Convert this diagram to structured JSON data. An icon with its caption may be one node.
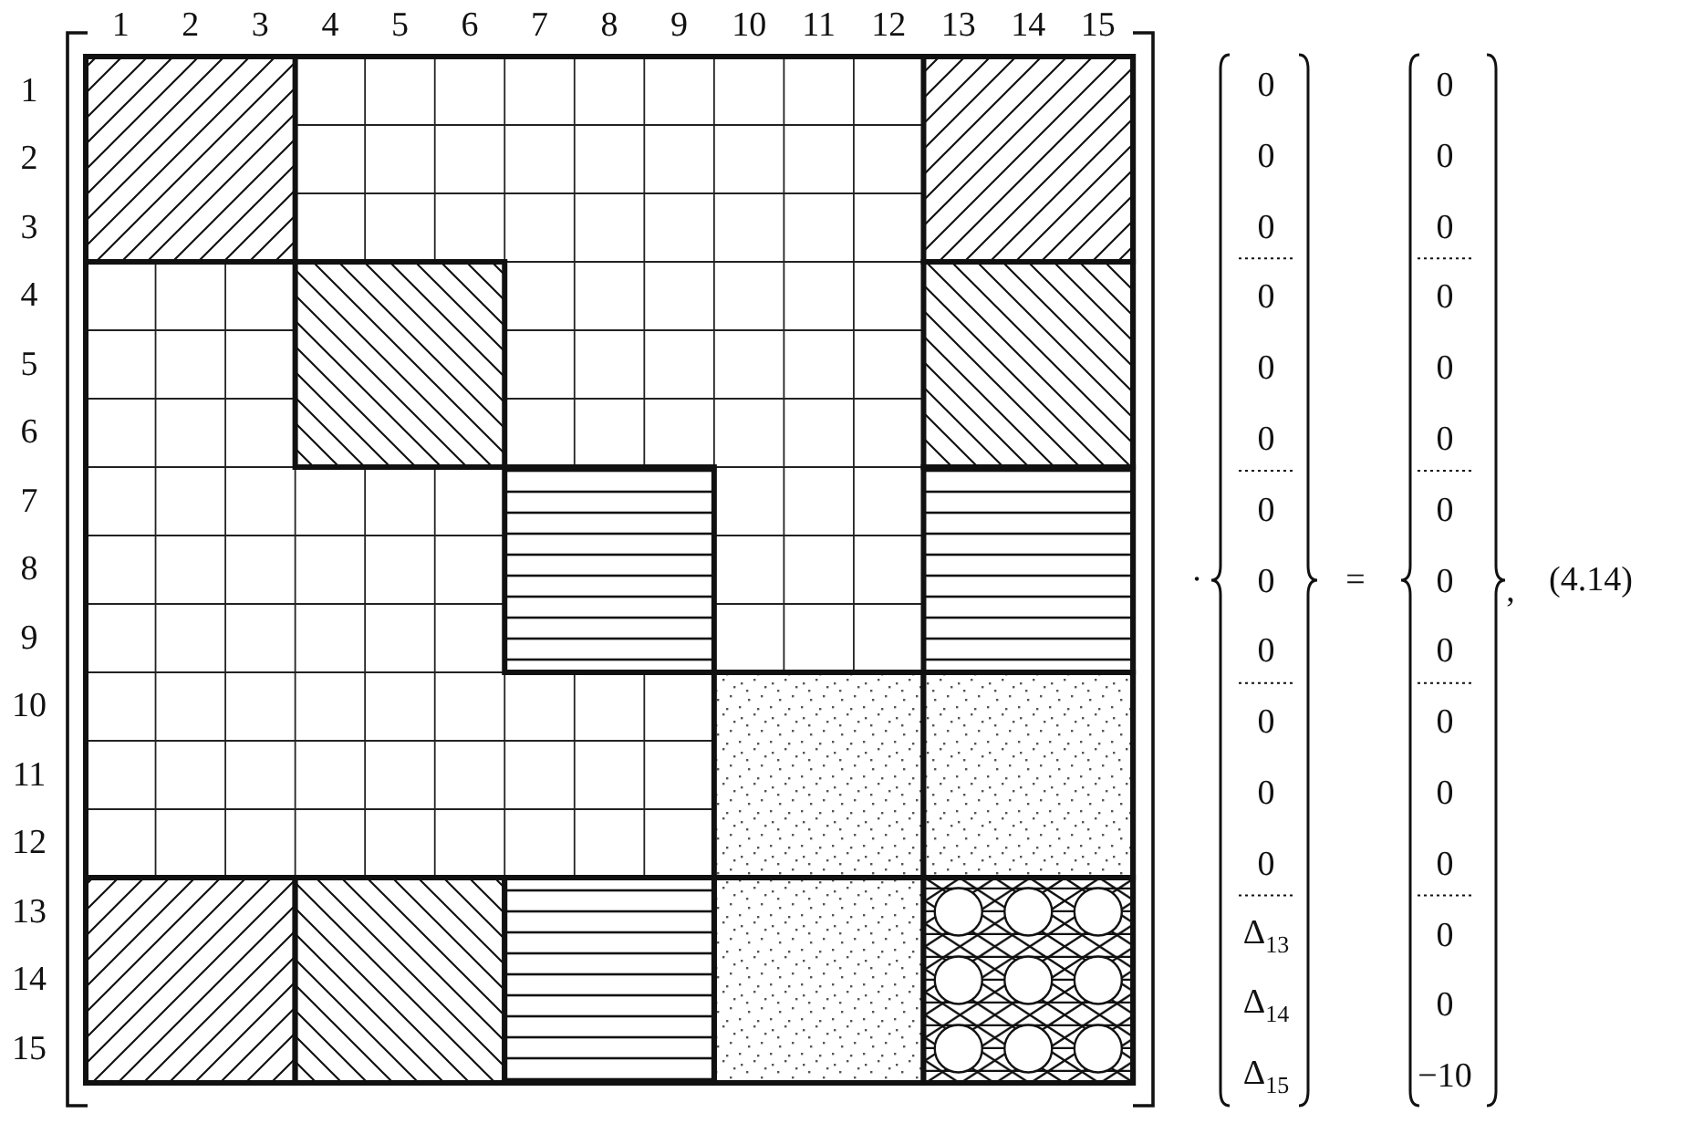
{
  "diagram": {
    "labels": [
      "1",
      "2",
      "3",
      "4",
      "5",
      "6",
      "7",
      "8",
      "9",
      "10",
      "11",
      "12",
      "13",
      "14",
      "15",
      "1",
      "2",
      "3",
      "4",
      "5",
      "6",
      "7",
      "8",
      "9",
      "10",
      "11",
      "12",
      "13",
      "14",
      "15",
      "0",
      "0",
      "0",
      "0",
      "0",
      "0",
      "0",
      "0",
      "0",
      "0",
      "0",
      "0",
      "Δ$_{13}$",
      "Δ$_{14}$",
      "Δ$_{15}$",
      "·",
      "=",
      "0",
      "0",
      "0",
      "0",
      "0",
      "0",
      "0",
      "0",
      "0",
      "0",
      "0",
      "0",
      "0",
      "0",
      "−10",
      ",",
      "(4.14)"
    ]
  }
}
